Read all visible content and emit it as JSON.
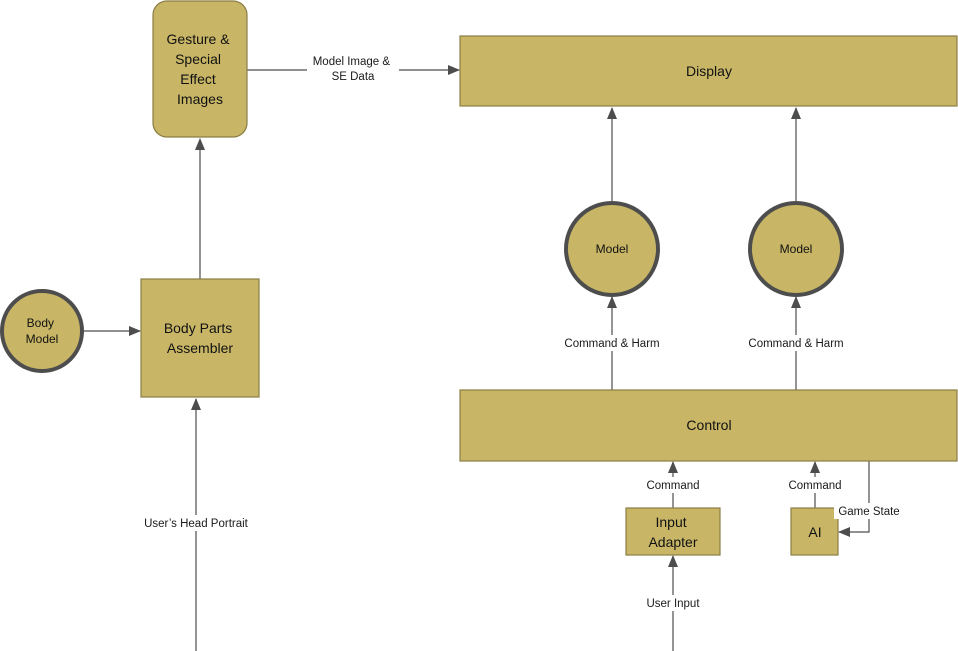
{
  "colors": {
    "fill": "#c8b666",
    "box_stroke": "#8a7d45",
    "circle_stroke": "#4d4d4d",
    "line": "#4d4d4d",
    "bg": "#ffffff"
  },
  "nodes": {
    "gesture": {
      "lines": [
        "Gesture &",
        "Special",
        "Effect",
        "Images"
      ]
    },
    "display": {
      "lines": [
        "Display"
      ]
    },
    "body_model": {
      "lines": [
        "Body",
        "Model"
      ]
    },
    "assembler": {
      "lines": [
        "Body Parts",
        "Assembler"
      ]
    },
    "model_1": {
      "lines": [
        "Model"
      ]
    },
    "model_2": {
      "lines": [
        "Model"
      ]
    },
    "control": {
      "lines": [
        "Control"
      ]
    },
    "input_adapter": {
      "lines": [
        "Input",
        "Adapter"
      ]
    },
    "ai": {
      "lines": [
        "AI"
      ]
    }
  },
  "edge_labels": {
    "model_image": [
      "Model Image &",
      "SE Data"
    ],
    "head_portrait": [
      "User’s Head Portrait"
    ],
    "cmd_harm_1": [
      "Command & Harm"
    ],
    "cmd_harm_2": [
      "Command & Harm"
    ],
    "command_1": [
      "Command"
    ],
    "command_2": [
      "Command"
    ],
    "game_state": [
      "Game State"
    ],
    "user_input": [
      "User Input"
    ]
  }
}
